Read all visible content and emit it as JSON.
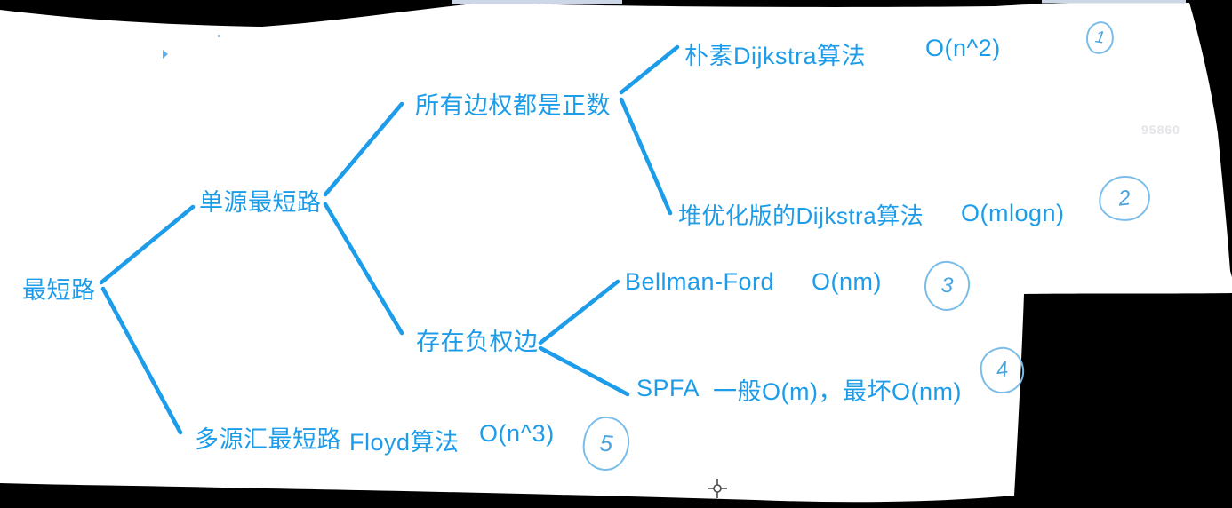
{
  "board": {
    "background_color": "#000000",
    "surface_color": "#ffffff",
    "ink_color": "#1d9ce9",
    "annotation_ink_color": "#7bbde9",
    "watermark": "95860"
  },
  "tree": {
    "root": {
      "label": "最短路"
    },
    "single_source": {
      "label": "单源最短路"
    },
    "multi_source": {
      "label": "多源汇最短路",
      "algorithm": "Floyd算法",
      "complexity": "O(n^3)"
    },
    "positive_weights": {
      "label": "所有边权都是正数"
    },
    "negative_weights": {
      "label": "存在负权边"
    },
    "naive_dijkstra": {
      "label": "朴素Dijkstra算法",
      "complexity": "O(n^2)"
    },
    "heap_dijkstra": {
      "label": "堆优化版的Dijkstra算法",
      "complexity": "O(mlogn)"
    },
    "bellman_ford": {
      "label": "Bellman-Ford",
      "complexity": "O(nm)"
    },
    "spfa": {
      "label": "SPFA",
      "complexity": "一般O(m)，最坏O(nm)"
    }
  },
  "annotations": {
    "circle_1": "1",
    "circle_2": "2",
    "circle_3": "3",
    "circle_4": "4",
    "circle_5": "5"
  }
}
